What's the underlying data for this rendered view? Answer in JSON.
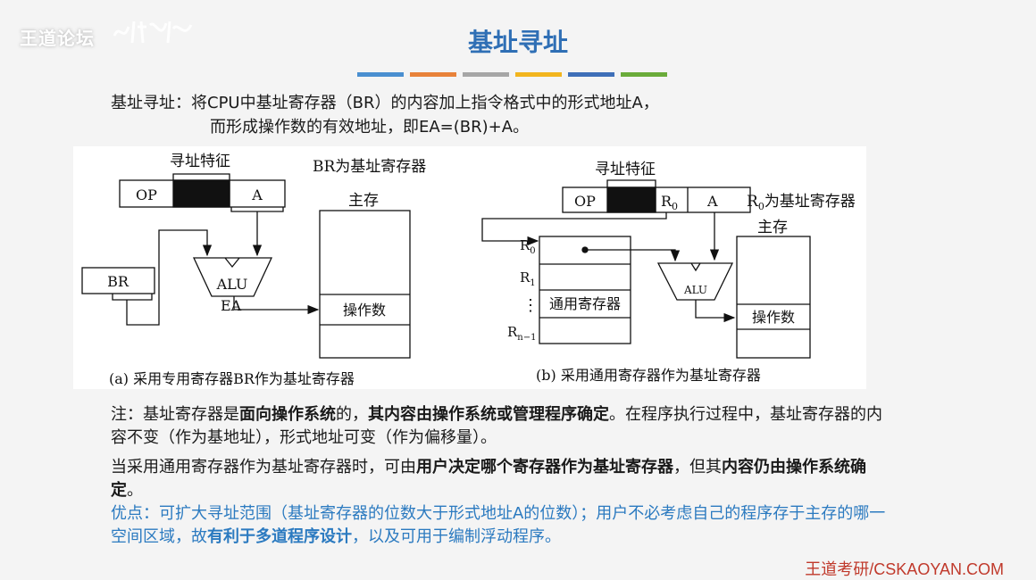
{
  "watermark": "王道论坛",
  "title": "基址寻址",
  "colors": {
    "title": "#2f6fb5",
    "bars": [
      "#4a8fd0",
      "#e8823a",
      "#a6a6a6",
      "#f2b51e",
      "#3f6fb8",
      "#6aab3a"
    ],
    "advantage": "#2b7ac0",
    "footer": "#c0392b"
  },
  "intro": {
    "line1": "基址寻址：将CPU中基址寄存器（BR）的内容加上指令格式中的形式地址A，",
    "line2": "而形成操作数的有效地址，即EA=(BR)+A。"
  },
  "figure_a": {
    "feature": "寻址特征",
    "op": "OP",
    "a": "A",
    "br_note": "BR为基址寄存器",
    "memory": "主存",
    "br": "BR",
    "alu": "ALU",
    "ea": "EA",
    "operand": "操作数",
    "caption": "(a) 采用专用寄存器BR作为基址寄存器"
  },
  "figure_b": {
    "feature": "寻址特征",
    "op": "OP",
    "r0_base": "R",
    "r0_sub": "0",
    "a": "A",
    "r0_note": "为基址寄存器",
    "memory": "主存",
    "reg_r": "R",
    "reg_subs": [
      "0",
      "1",
      "n−1"
    ],
    "dots": "⋮",
    "gpr": "通用寄存器",
    "alu": "ALU",
    "operand": "操作数",
    "caption": "(b) 采用通用寄存器作为基址寄存器"
  },
  "notes": {
    "p1": [
      "注：基址寄存器是",
      "面向操作系统",
      "的，",
      "其内容由操作系统或管理程序确定",
      "。在程序执行过程中，基址寄存器的内容不变（作为基地址），形式地址可变（作为偏移量）。"
    ],
    "p2": [
      "当采用通用寄存器作为基址寄存器时，可由",
      "用户决定哪个寄存器作为基址寄存器",
      "，但其",
      "内容仍由操作系统确定",
      "。"
    ],
    "p3": [
      "优点：可扩大寻址范围（基址寄存器的位数大于形式地址A的位数）；用户不必考虑自己的程序存于主存的哪一空间区域，故",
      "有利于多道程序设计",
      "，以及可用于编制浮动程序。"
    ]
  },
  "footer": "王道考研/CSKAOYAN.COM"
}
